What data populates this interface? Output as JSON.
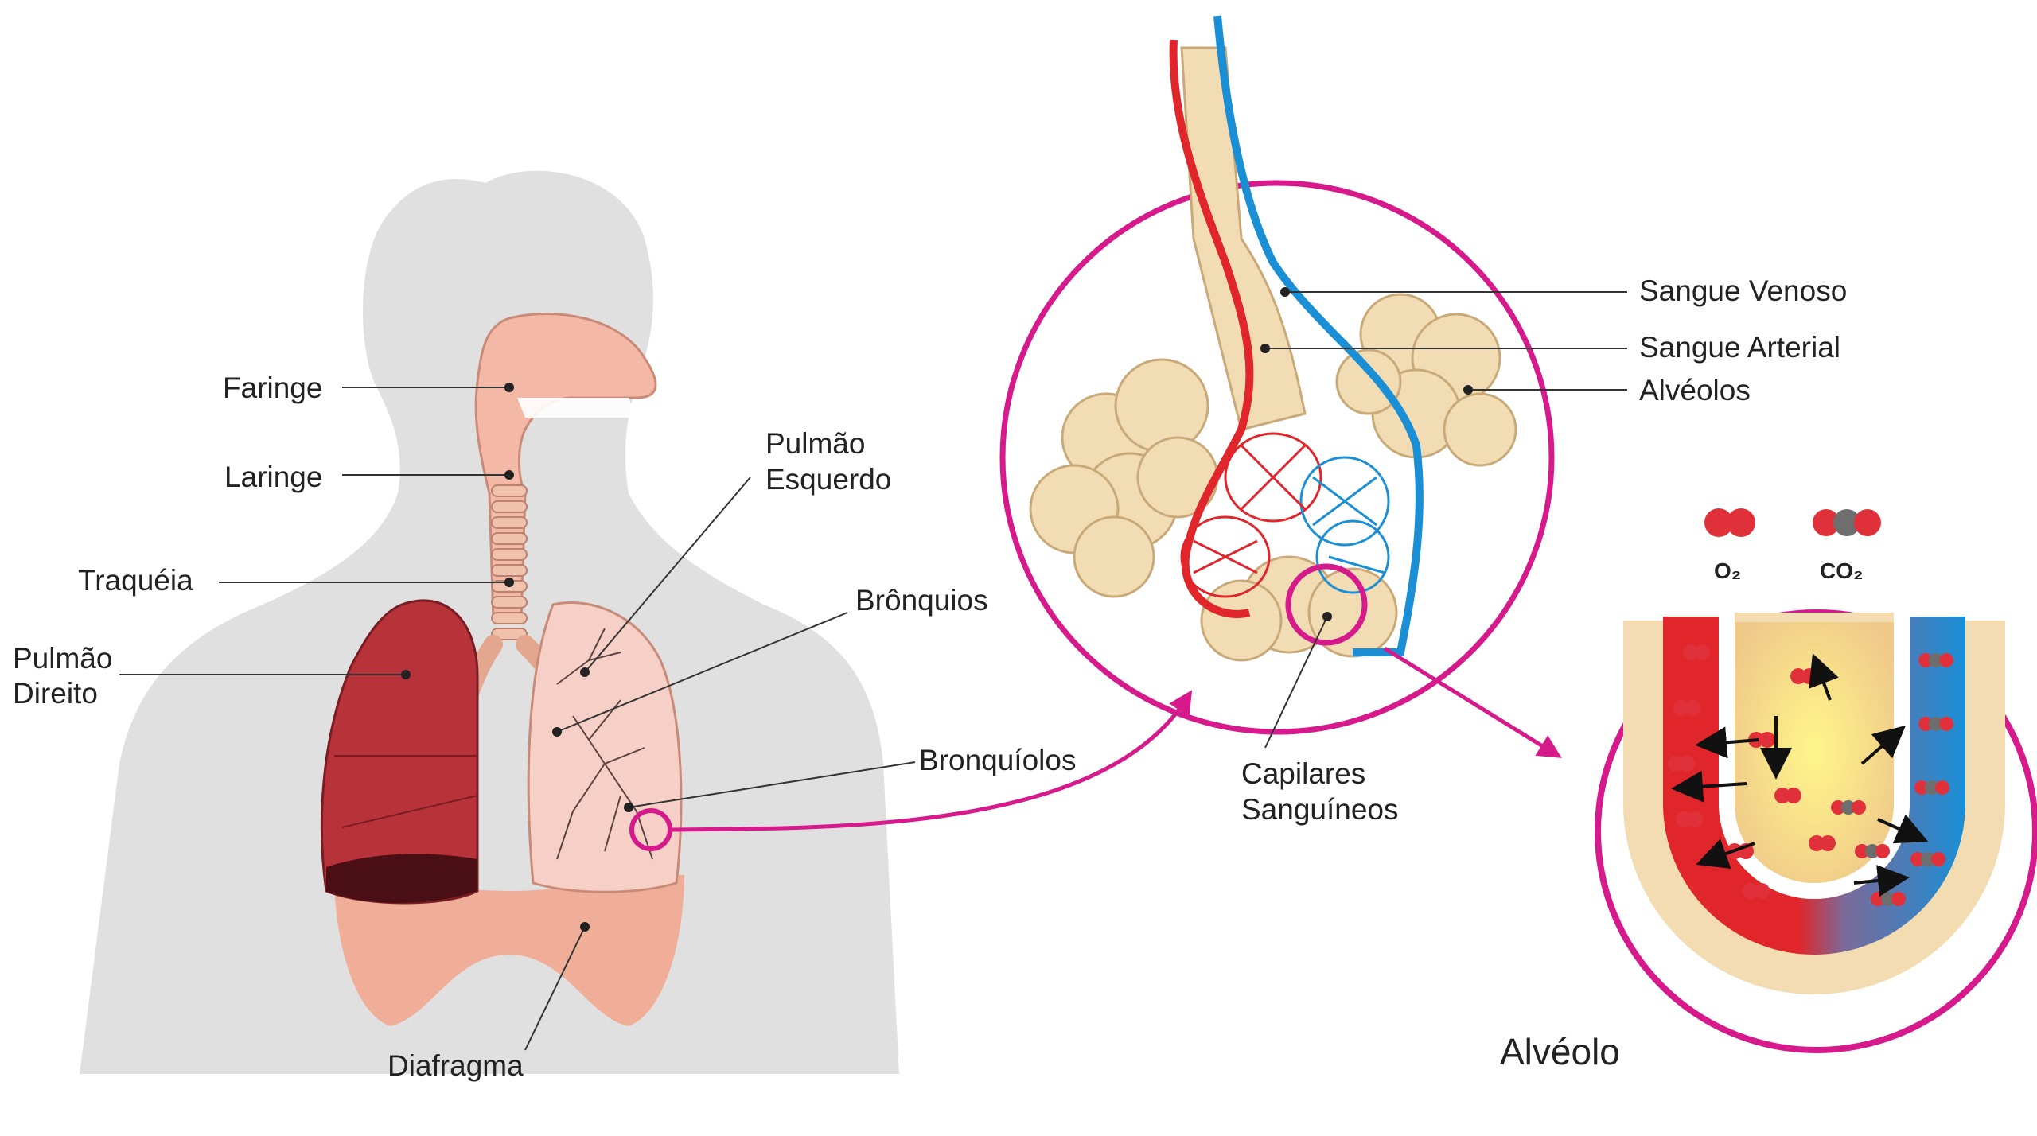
{
  "labels": {
    "faringe": "Faringe",
    "laringe": "Laringe",
    "traqueia": "Traquéia",
    "pulmao_direito_1": "Pulmão",
    "pulmao_direito_2": "Direito",
    "pulmao_esquerdo_1": "Pulmão",
    "pulmao_esquerdo_2": "Esquerdo",
    "bronquios": "Brônquios",
    "bronquiolos": "Bronquíolos",
    "diafragma": "Diafragma",
    "sangue_venoso": "Sangue Venoso",
    "sangue_arterial": "Sangue Arterial",
    "alveolos": "Alvéolos",
    "capilares_1": "Capilares",
    "capilares_2": "Sanguíneos",
    "alveolo": "Alvéolo",
    "o2": "O₂",
    "co2": "CO₂"
  },
  "colors": {
    "silhouette": "#e0e0e0",
    "airway": "#f3b9a6",
    "right_lung": "#b8323a",
    "left_lung": "#f6cfc6",
    "alveoli": "#f2dcb4",
    "artery": "#e0262b",
    "vein": "#1a8fd6",
    "highlight": "#d61a8c",
    "oxygen": "#e0313b",
    "carbon": "#6e6e6e"
  }
}
